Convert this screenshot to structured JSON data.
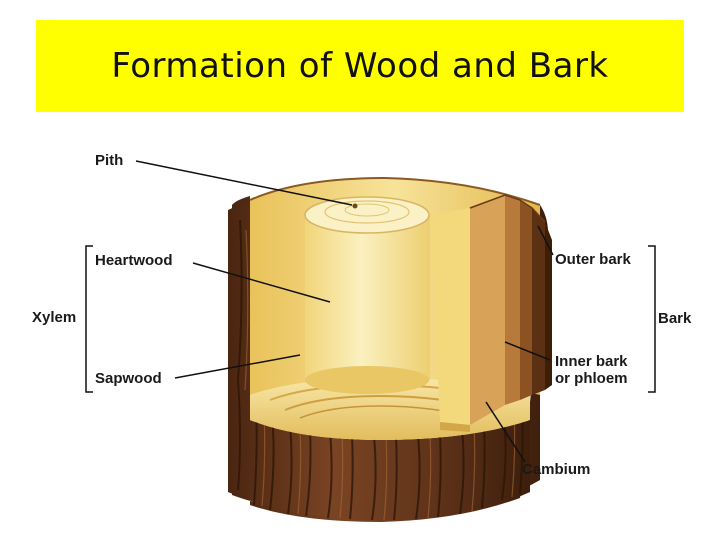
{
  "title": "Formation of Wood and Bark",
  "labels": {
    "pith": "Pith",
    "heartwood": "Heartwood",
    "xylem": "Xylem",
    "sapwood": "Sapwood",
    "outer_bark": "Outer bark",
    "bark": "Bark",
    "inner_bark_line1": "Inner bark",
    "inner_bark_line2": "or phloem",
    "cambium": "Cambium"
  },
  "colors": {
    "banner": "#ffff00",
    "heartwood": "#f6e29a",
    "sapwood": "#f3d470",
    "bark_outer": "#6b3a1e",
    "bark_inner": "#c89460"
  }
}
